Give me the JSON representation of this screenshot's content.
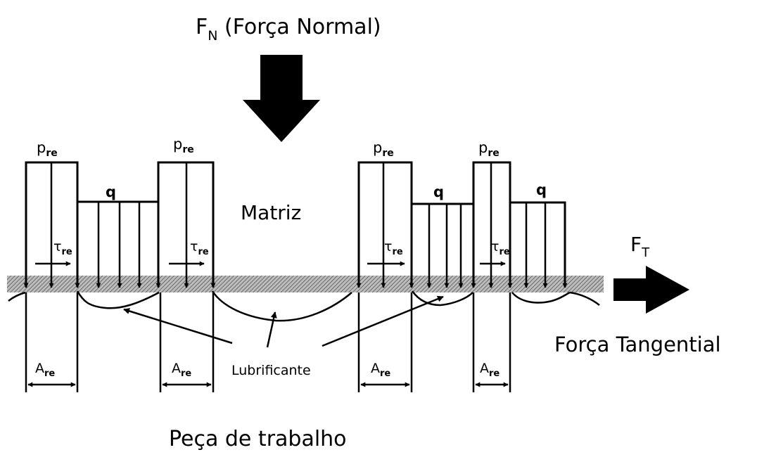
{
  "diagram": {
    "normal_force": {
      "symbol": "F",
      "subscript": "N",
      "suffix": " (Força Normal)"
    },
    "tangential_force": {
      "symbol": "F",
      "subscript": "T",
      "label": "Força Tangential"
    },
    "die_label": "Matriz",
    "workpiece_label": "Peça de trabalho",
    "lubricant_label": "Lubrificante",
    "pressure_label": {
      "symbol": "p",
      "subscript": "re"
    },
    "low_pressure_label": "q",
    "shear_label": {
      "symbol": "τ",
      "subscript": "re"
    },
    "area_label": {
      "symbol": "A",
      "subscript": "re"
    }
  },
  "colors": {
    "ink": "#000000",
    "hatch_fill": "#9a9a9a",
    "background": "#ffffff"
  },
  "icons": [
    "down-arrow",
    "right-arrow",
    "double-headed-arrow"
  ]
}
